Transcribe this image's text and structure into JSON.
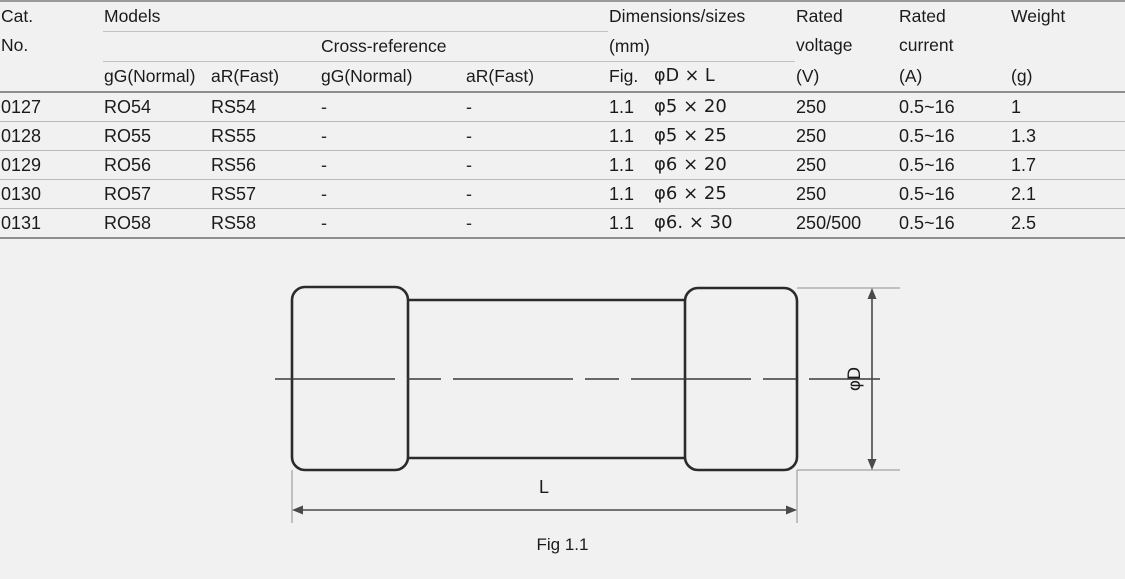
{
  "table": {
    "header": {
      "cat_no_line1": "Cat.",
      "cat_no_line2": "No.",
      "models_group": "Models",
      "cross_reference_group": "Cross-reference",
      "dimensions_group_line1": "Dimensions/sizes",
      "dimensions_group_line2": "(mm)",
      "rated_voltage_line1": "Rated",
      "rated_voltage_line2": "voltage",
      "rated_voltage_unit": "(V)",
      "rated_current_line1": "Rated",
      "rated_current_line2": "current",
      "rated_current_unit": "(A)",
      "weight_line1": "Weight",
      "weight_unit": "(g)",
      "sub": {
        "models_gg": "gG(Normal)",
        "models_ar": "aR(Fast)",
        "xref_gg": "gG(Normal)",
        "xref_ar": "aR(Fast)",
        "fig": "Fig.",
        "size": "φD × L"
      }
    },
    "rows": [
      {
        "cat_no": "0127",
        "models_gg": "RO54",
        "models_ar": "RS54",
        "xref_gg": "-",
        "xref_ar": "-",
        "fig": "1.1",
        "size": "φ5 × 20",
        "rated_voltage": "250",
        "rated_current": "0.5~16",
        "weight": "1"
      },
      {
        "cat_no": "0128",
        "models_gg": "RO55",
        "models_ar": "RS55",
        "xref_gg": "-",
        "xref_ar": "-",
        "fig": "1.1",
        "size": "φ5 × 25",
        "rated_voltage": "250",
        "rated_current": "0.5~16",
        "weight": "1.3"
      },
      {
        "cat_no": "0129",
        "models_gg": "RO56",
        "models_ar": "RS56",
        "xref_gg": "-",
        "xref_ar": "-",
        "fig": "1.1",
        "size": "φ6 × 20",
        "rated_voltage": "250",
        "rated_current": "0.5~16",
        "weight": "1.7"
      },
      {
        "cat_no": "0130",
        "models_gg": "RO57",
        "models_ar": "RS57",
        "xref_gg": "-",
        "xref_ar": "-",
        "fig": "1.1",
        "size": "φ6 × 25",
        "rated_voltage": "250",
        "rated_current": "0.5~16",
        "weight": "2.1"
      },
      {
        "cat_no": "0131",
        "models_gg": "RO58",
        "models_ar": "RS58",
        "xref_gg": "-",
        "xref_ar": "-",
        "fig": "1.1",
        "size": "φ6. × 30",
        "rated_voltage": "250/500",
        "rated_current": "0.5~16",
        "weight": "2.5"
      }
    ]
  },
  "diagram": {
    "caption": "Fig 1.1",
    "length_label": "L",
    "diameter_label": "φD",
    "colors": {
      "outline": "#2b2b2b",
      "dimension": "#4a4a4a",
      "background": "#f1f1f1"
    }
  }
}
